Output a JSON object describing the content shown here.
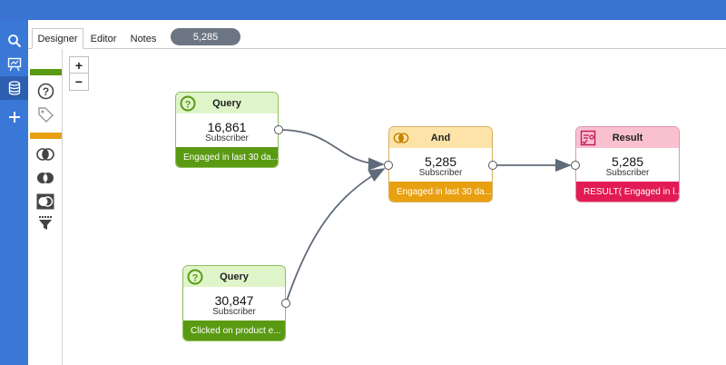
{
  "tabs": [
    {
      "label": "Designer",
      "active": true
    },
    {
      "label": "Editor",
      "active": false
    },
    {
      "label": "Notes",
      "active": false
    }
  ],
  "count_pill": "5,285",
  "zoom": {
    "in": "+",
    "out": "−"
  },
  "nav_icons": [
    "search-icon",
    "presentation-icon",
    "database-icon",
    "plus-icon"
  ],
  "palette": {
    "bar_colors": [
      "#5a9a13",
      "#e8a011"
    ],
    "icons": [
      "query-icon",
      "tag-icon",
      "and-icon",
      "or-icon",
      "exclude-icon",
      "filter-icon"
    ]
  },
  "nodes": {
    "query1": {
      "title": "Query",
      "value": "16,861",
      "sub": "Subscriber",
      "footer": "Engaged in last 30 da..."
    },
    "query2": {
      "title": "Query",
      "value": "30,847",
      "sub": "Subscriber",
      "footer": "Clicked on product e..."
    },
    "and": {
      "title": "And",
      "value": "5,285",
      "sub": "Subscriber",
      "footer": "Engaged in last 30 da..."
    },
    "result": {
      "title": "Result",
      "value": "5,285",
      "sub": "Subscriber",
      "footer": "RESULT( Engaged in l..."
    }
  },
  "colors": {
    "topbar": "#3b73d1",
    "query_footer": "#5a9a13",
    "and_footer": "#e8a011",
    "result_footer": "#e21b54"
  }
}
